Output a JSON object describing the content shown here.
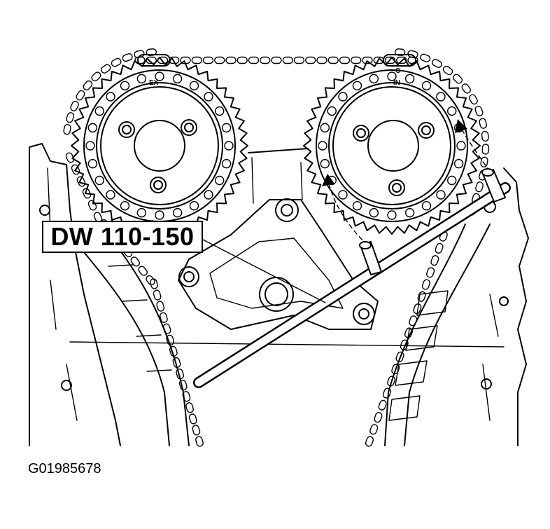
{
  "figure": {
    "tool_label": "DW 110-150",
    "figure_id": "G01985678",
    "exhaust_mark": "EX",
    "intake_mark": "IN",
    "timing_mark": "C"
  }
}
